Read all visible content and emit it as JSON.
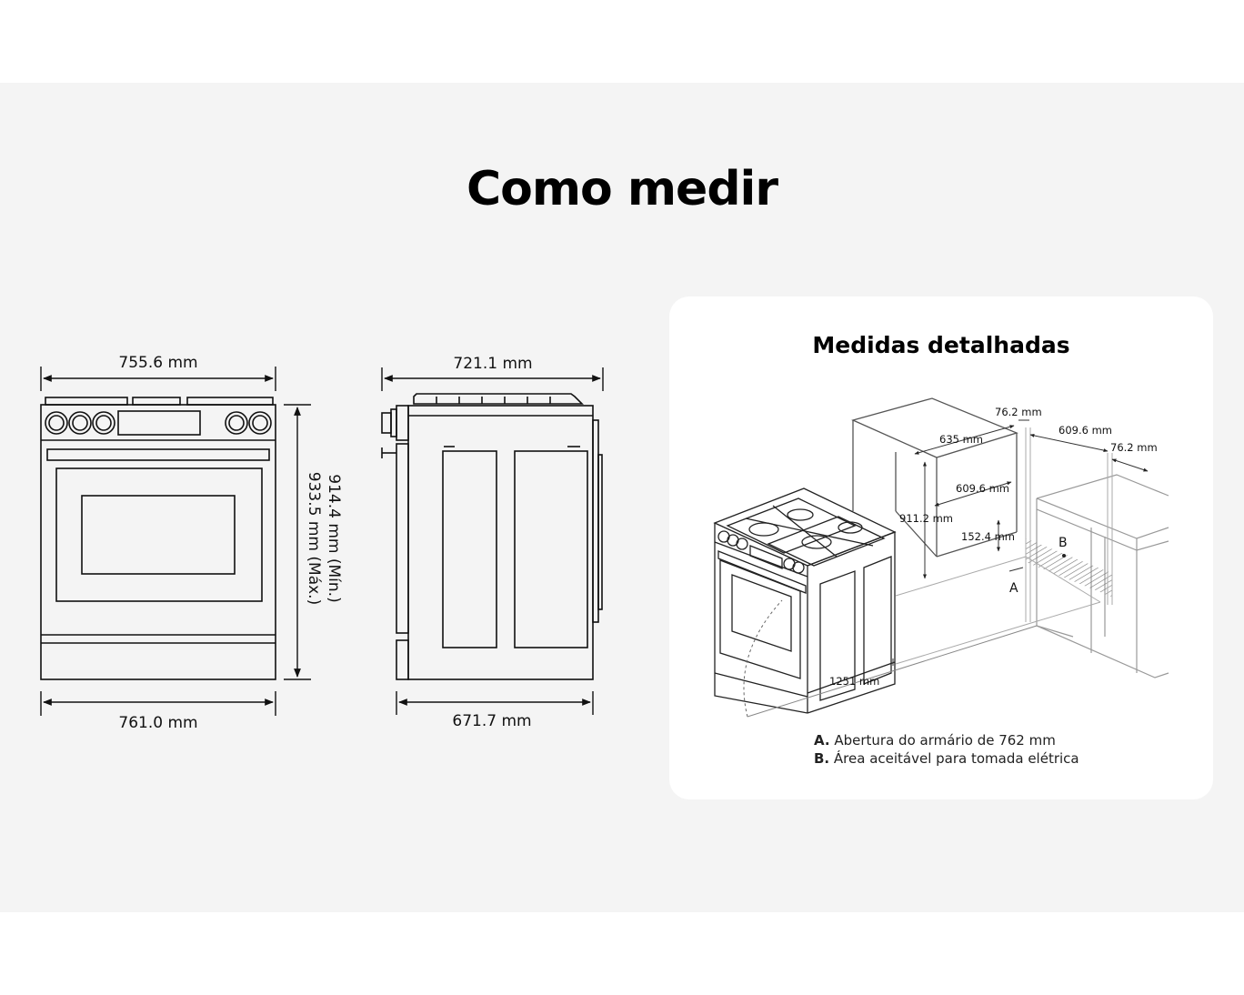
{
  "title": "Como medir",
  "front_view": {
    "top_width": "755.6 mm",
    "bottom_width": "761.0 mm",
    "height_min": "914.4 mm (Mín.)",
    "height_max": "933.5 mm (Máx.)"
  },
  "side_view": {
    "top_depth": "721.1 mm",
    "bottom_depth": "671.7 mm"
  },
  "detail": {
    "title": "Medidas detalhadas",
    "labels": {
      "d_635": "635 mm",
      "d_762_top": "76.2 mm",
      "d_6096_right": "609.6 mm",
      "d_762_right": "76.2 mm",
      "d_6096_mid": "609.6 mm",
      "d_9112": "911.2 mm",
      "d_1524": "152.4 mm",
      "d_1251": "1251 mm",
      "marker_a": "A",
      "marker_b": "B"
    },
    "legend": {
      "a_key": "A.",
      "a_text": " Abertura do armário de 762 mm",
      "b_key": "B.",
      "b_text": " Área aceitável para tomada elétrica"
    }
  }
}
